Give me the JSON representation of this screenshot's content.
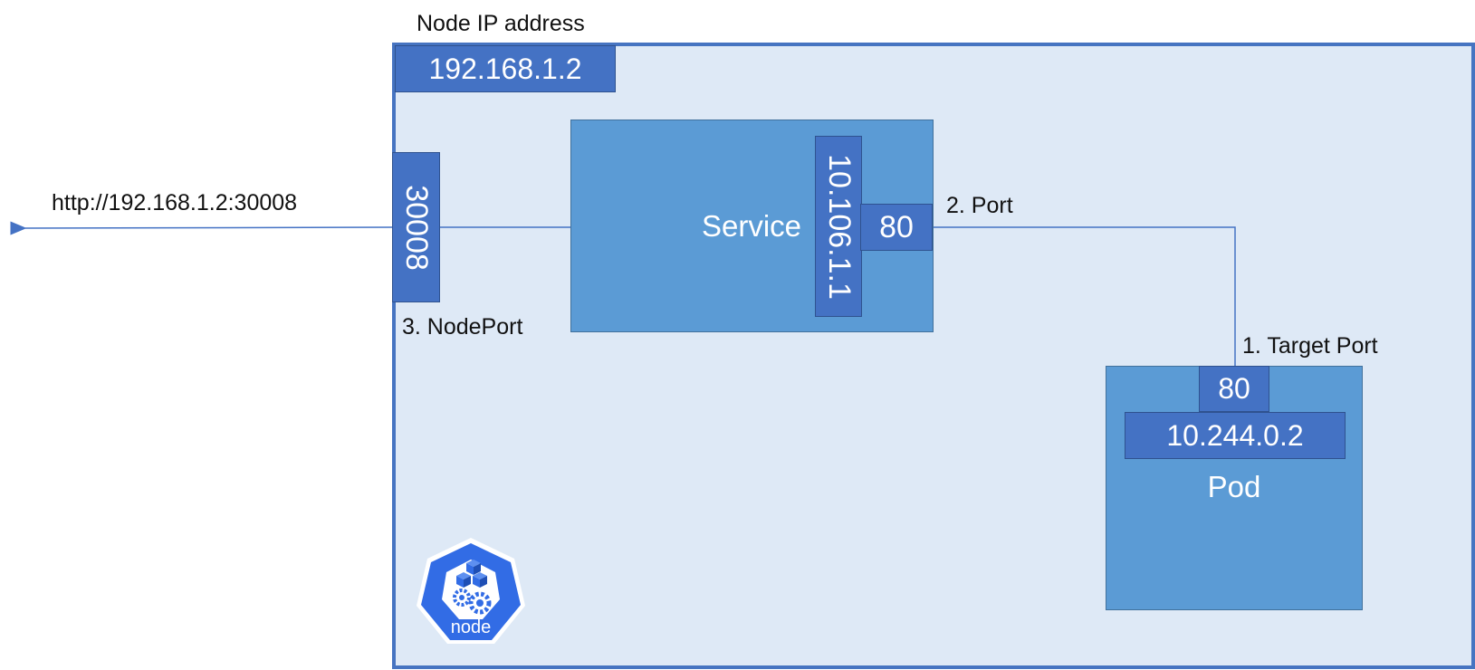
{
  "node_ip_label": "Node IP address",
  "node_ip": "192.168.1.2",
  "url": "http://192.168.1.2:30008",
  "node_port": "30008",
  "node_port_label": "3. NodePort",
  "service_name": "Service",
  "service_ip": "10.106.1.1",
  "service_port": "80",
  "port_label": "2. Port",
  "target_port_label": "1. Target Port",
  "pod_port": "80",
  "pod_ip": "10.244.0.2",
  "pod_name": "Pod",
  "node_icon_label": "node",
  "colors": {
    "frame": "#4674c1",
    "frame_fill": "#dee9f6",
    "dark_box": "#4472c4",
    "mid_box": "#5b9bd5",
    "icon": "#326ce5"
  }
}
